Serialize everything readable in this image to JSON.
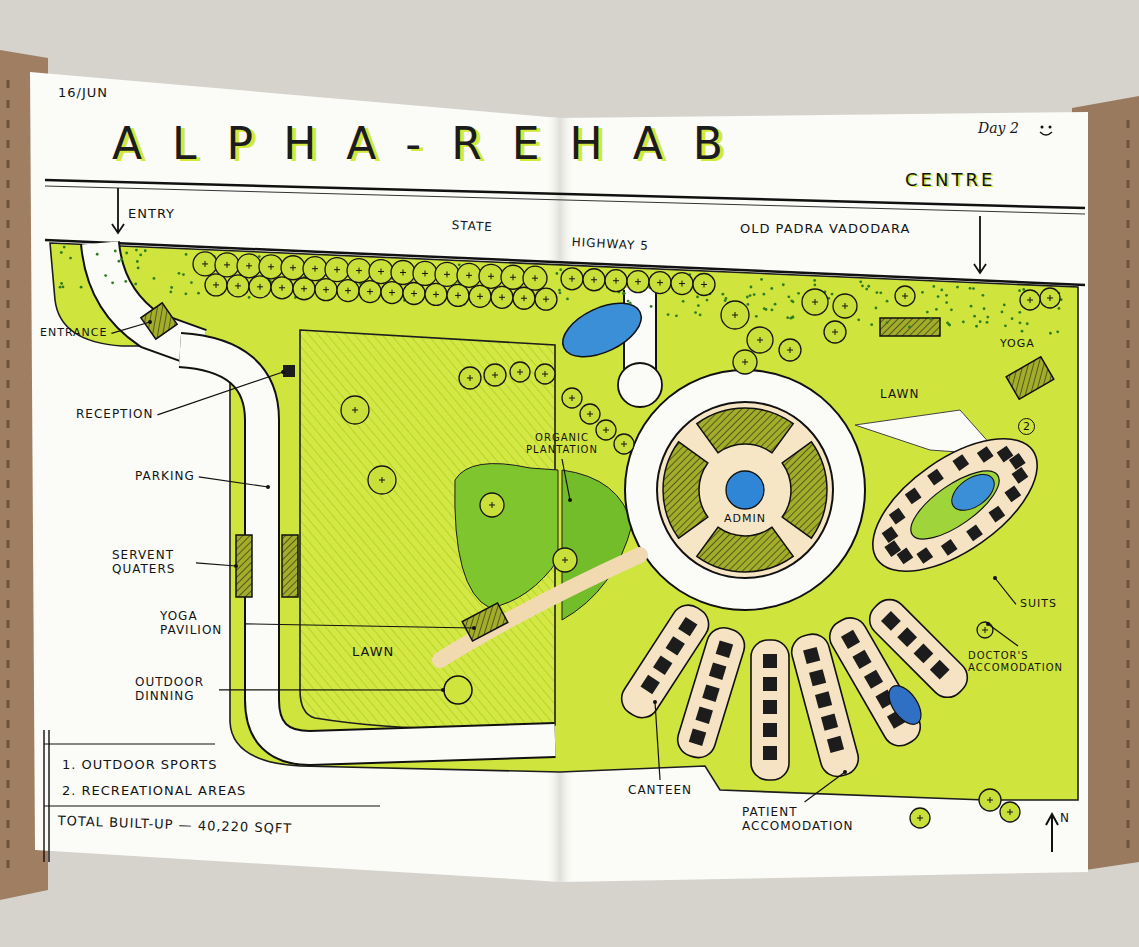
{
  "diagram": {
    "title": "ALPHA-REHAB",
    "nodes": [
      {
        "text": [
          "ADMIN"
        ]
      }
    ],
    "labels": [
      "16/JUN",
      "Day 2",
      "CENTRE",
      "ENTRY",
      "STATE",
      "HIGHWAY 5",
      "OLD PADRA VADODARA",
      "ENTRANCE",
      "RECEPTION",
      "PARKING",
      "SERVENT QUATERS",
      "YOGA PAVILION",
      "LAWN",
      "OUTDOOR DINNING",
      "ORGANIC PLANTATION",
      "LAWN",
      "YOGA",
      "2",
      "SUITS",
      "DOCTOR'S ACCOMODATION",
      "CANTEEN",
      "PATIENT ACCOMODATION",
      "N",
      "1. OUTDOOR SPORTS",
      "2. RECREATIONAL AREAS",
      "TOTAL BUILT-UP — 40,220 SQFT"
    ]
  }
}
